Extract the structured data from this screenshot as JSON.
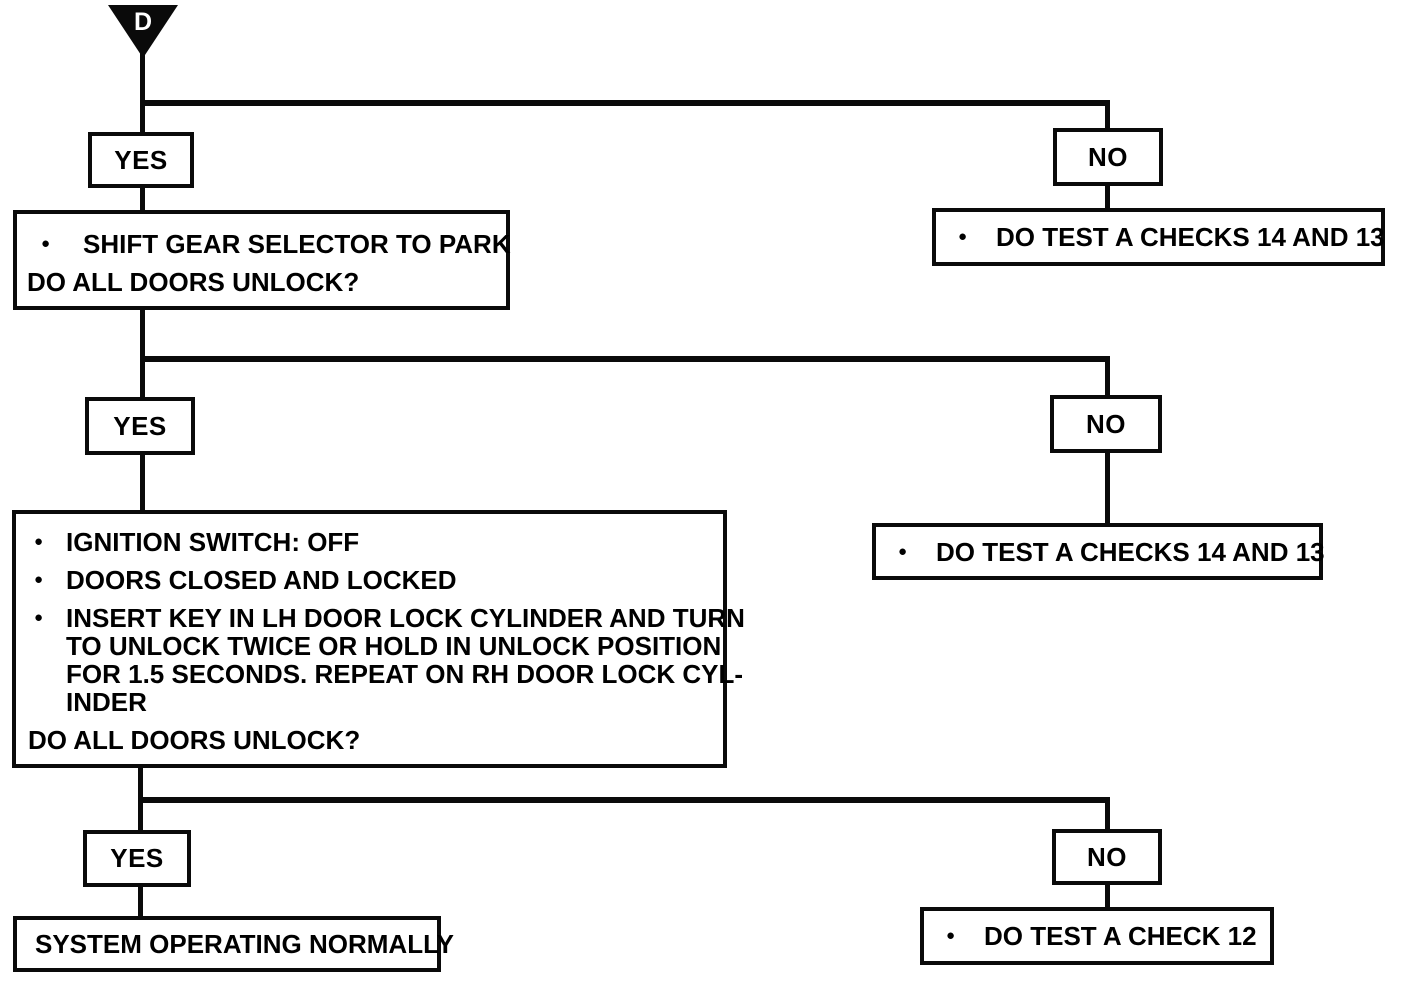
{
  "diagram": {
    "connector_label": "D",
    "colors": {
      "ink": "#000000",
      "paper": "#ffffff"
    },
    "levels": [
      {
        "yes_label": "YES",
        "no_label": "NO",
        "yes_box": {
          "bullet": "SHIFT GEAR SELECTOR TO PARK",
          "question": "DO ALL DOORS UNLOCK?"
        },
        "no_box": {
          "bullet": "DO TEST A CHECKS 14 AND 13"
        }
      },
      {
        "yes_label": "YES",
        "no_label": "NO",
        "yes_box": {
          "bullet1": "IGNITION SWITCH: OFF",
          "bullet2": "DOORS CLOSED AND LOCKED",
          "bullet3_lines": [
            "INSERT KEY IN LH DOOR LOCK CYLINDER AND TURN",
            "TO UNLOCK TWICE OR HOLD IN UNLOCK POSITION",
            "FOR 1.5 SECONDS. REPEAT ON RH DOOR LOCK CYL-",
            "INDER"
          ],
          "question": "DO ALL DOORS UNLOCK?"
        },
        "no_box": {
          "bullet": "DO TEST A CHECKS 14 AND 13"
        }
      },
      {
        "yes_label": "YES",
        "no_label": "NO",
        "yes_box": {
          "result": "SYSTEM OPERATING NORMALLY"
        },
        "no_box": {
          "bullet": "DO TEST A CHECK 12"
        }
      }
    ]
  }
}
